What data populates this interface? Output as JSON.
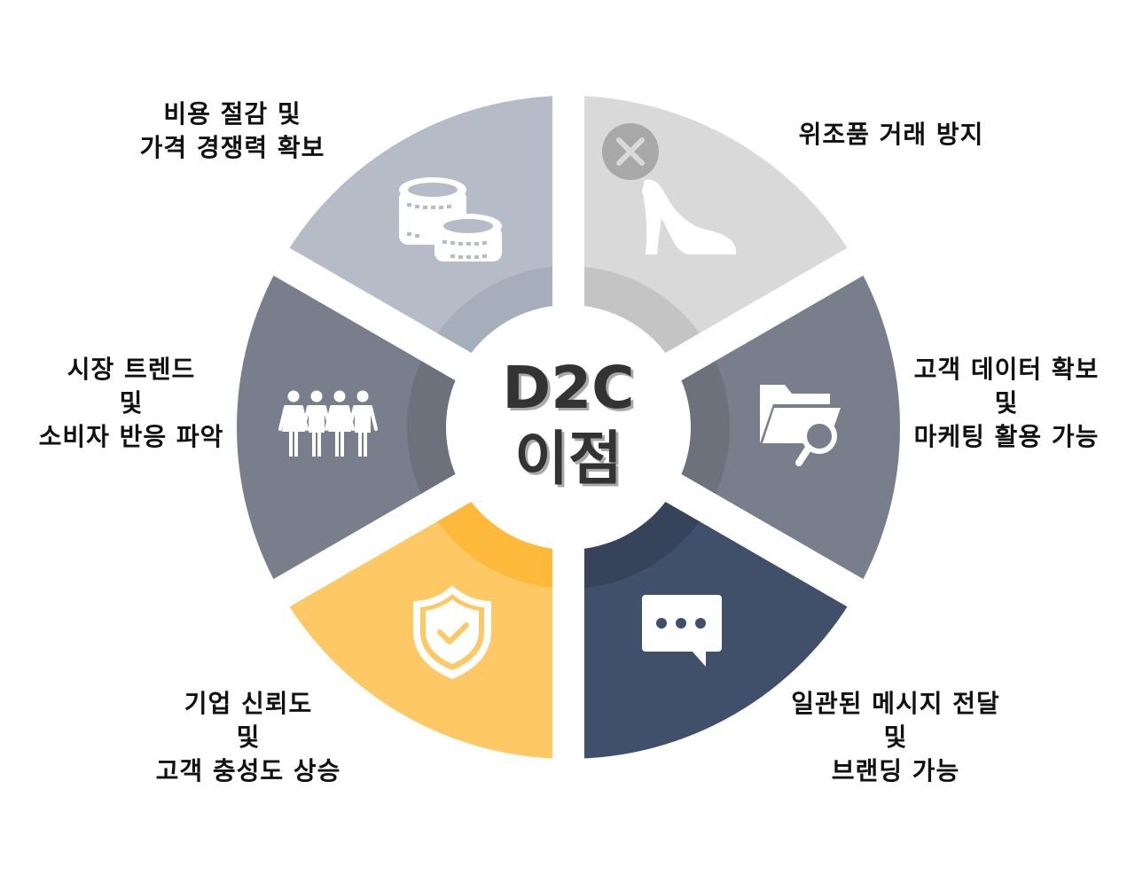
{
  "center": {
    "line1": "D2C",
    "line2": "이점"
  },
  "segments": [
    {
      "id": "cost",
      "icon": "coins-icon",
      "color": "#b5bcc7",
      "inner_color": "#a6aebb",
      "label_lines": [
        "비용 절감 및",
        "가격 경쟁력 확보"
      ]
    },
    {
      "id": "counterfeit",
      "icon": "high-heel-with-x-icon",
      "color": "#d9d9d9",
      "inner_color": "#c4c4c4",
      "label_lines": [
        "위조품 거래 방지"
      ]
    },
    {
      "id": "data",
      "icon": "folder-search-icon",
      "color": "#787e8b",
      "inner_color": "#6c717c",
      "label_lines": [
        "고객 데이터 확보",
        "및",
        "마케팅 활용 가능"
      ]
    },
    {
      "id": "message",
      "icon": "chat-bubble-icon",
      "color": "#404f6a",
      "inner_color": "#36435a",
      "label_lines": [
        "일관된 메시지 전달",
        "및",
        "브랜딩 가능"
      ]
    },
    {
      "id": "trust",
      "icon": "shield-check-icon",
      "color": "#fec865",
      "inner_color": "#fdb93a",
      "label_lines": [
        "기업 신뢰도",
        "및",
        "고객 충성도 상승"
      ]
    },
    {
      "id": "trend",
      "icon": "people-group-icon",
      "color": "#787e8b",
      "inner_color": "#6c717c",
      "label_lines": [
        "시장 트렌드",
        "및",
        "소비자 반응 파악"
      ]
    }
  ]
}
